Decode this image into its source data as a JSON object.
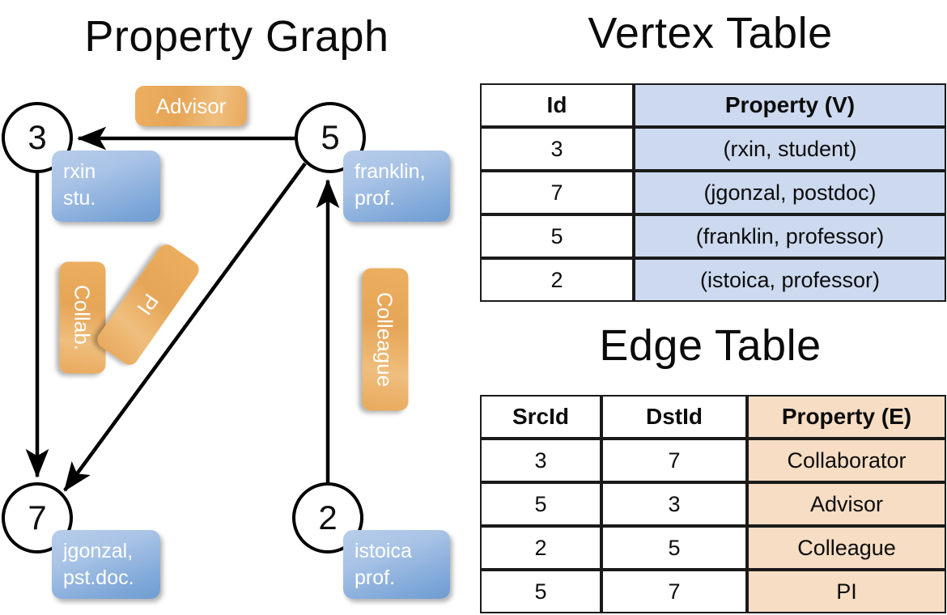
{
  "panels": {
    "graph_title": "Property Graph",
    "vertex_title": "Vertex Table",
    "edge_title": "Edge Table"
  },
  "graph": {
    "nodes": [
      {
        "id": "3",
        "name": "rxin",
        "role": "stu."
      },
      {
        "id": "5",
        "name": "franklin,",
        "role": "prof."
      },
      {
        "id": "7",
        "name": "jgonzal,",
        "role": "pst.doc."
      },
      {
        "id": "2",
        "name": "istoica",
        "role": "prof."
      }
    ],
    "edge_labels": {
      "advisor": "Advisor",
      "collab": "Collab.",
      "pi": "PI",
      "colleague": "Colleague"
    },
    "colors": {
      "node_fill": "#ffffff",
      "node_stroke": "#000000",
      "property_box": "#82aada",
      "edge_label_box": "#e8a95c",
      "arrow": "#000000"
    }
  },
  "vertex_table": {
    "headers": [
      "Id",
      "Property (V)"
    ],
    "rows": [
      {
        "id": "3",
        "property": "(rxin, student)"
      },
      {
        "id": "7",
        "property": "(jgonzal, postdoc)"
      },
      {
        "id": "5",
        "property": "(franklin, professor)"
      },
      {
        "id": "2",
        "property": "(istoica, professor)"
      }
    ],
    "property_column_color": "#ccd9ef"
  },
  "edge_table": {
    "headers": [
      "SrcId",
      "DstId",
      "Property (E)"
    ],
    "rows": [
      {
        "src": "3",
        "dst": "7",
        "property": "Collaborator"
      },
      {
        "src": "5",
        "dst": "3",
        "property": "Advisor"
      },
      {
        "src": "2",
        "dst": "5",
        "property": "Colleague"
      },
      {
        "src": "5",
        "dst": "7",
        "property": "PI"
      }
    ],
    "property_column_color": "#f6ddc3"
  }
}
